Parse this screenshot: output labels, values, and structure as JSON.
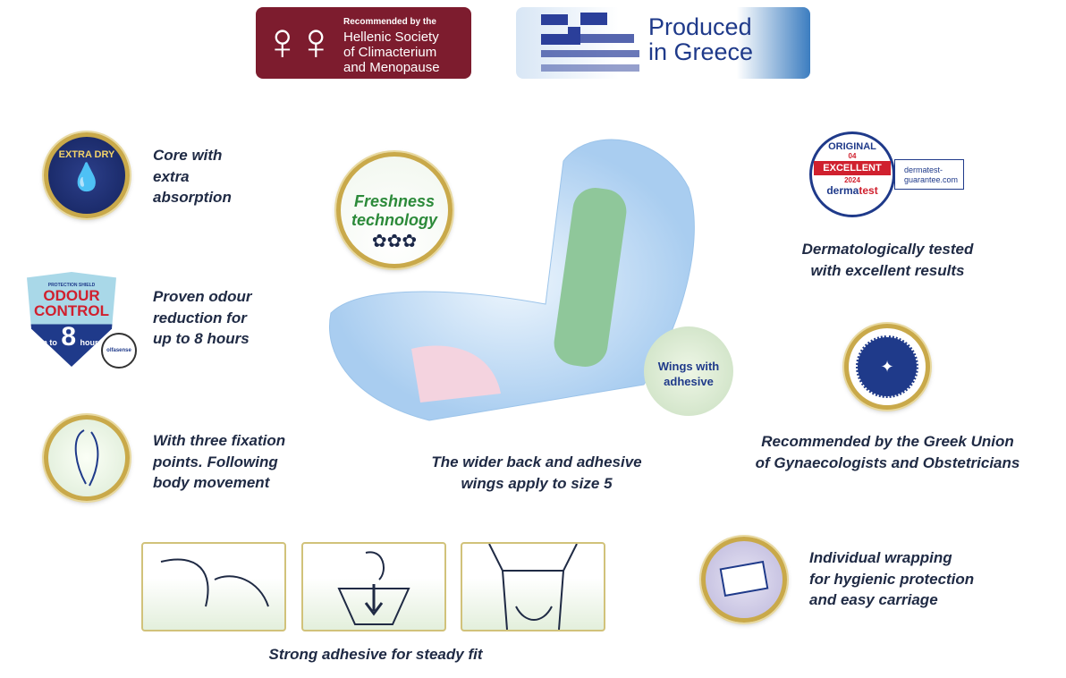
{
  "top_badges": {
    "hellenic_society": {
      "line1": "Recommended by the",
      "line2": "Hellenic Society",
      "line3": "of Climacterium",
      "line4": "and Menopause"
    },
    "produced": {
      "line1": "Produced",
      "line2": "in Greece"
    }
  },
  "left_features": [
    {
      "icon_text": "EXTRA DRY",
      "text": [
        "Core with",
        "extra",
        "absorption"
      ]
    },
    {
      "icon_text": {
        "small": "PROTECTION SHIELD",
        "l1": "ODOUR",
        "l2": "CONTROL",
        "upto": "up to",
        "num": "8",
        "hours": "hours*",
        "seal": "olfasense"
      },
      "text": [
        "Proven odour",
        "reduction for",
        "up to 8 hours"
      ]
    },
    {
      "text": [
        "With three fixation",
        "points. Following",
        "body movement"
      ]
    }
  ],
  "center": {
    "freshness": {
      "l1": "Freshness",
      "l2": "technology"
    },
    "wings": {
      "l1": "Wings with",
      "l2": "adhesive"
    },
    "caption": [
      "The wider back and adhesive",
      "wings apply to size 5"
    ]
  },
  "right_features": [
    {
      "badge": {
        "original": "ORIGINAL",
        "num": "04",
        "excellent": "EXCELLENT",
        "year": "2024",
        "brand_a": "derma",
        "brand_b": "test",
        "url1": "dermatest-",
        "url2": "guarantee.com"
      },
      "text": [
        "Dermatologically tested",
        "with excellent results"
      ]
    },
    {
      "text": [
        "Recommended by the Greek Union",
        "of Gynaecologists and Obstetricians"
      ]
    },
    {
      "text": [
        "Individual wrapping",
        "for hygienic protection",
        "and easy carriage"
      ]
    }
  ],
  "bottom": {
    "caption": "Strong adhesive for steady fit"
  },
  "colors": {
    "maroon": "#7d1c2e",
    "navy": "#1f3a8a",
    "gold": "#c9a94a",
    "red": "#d0202e"
  }
}
